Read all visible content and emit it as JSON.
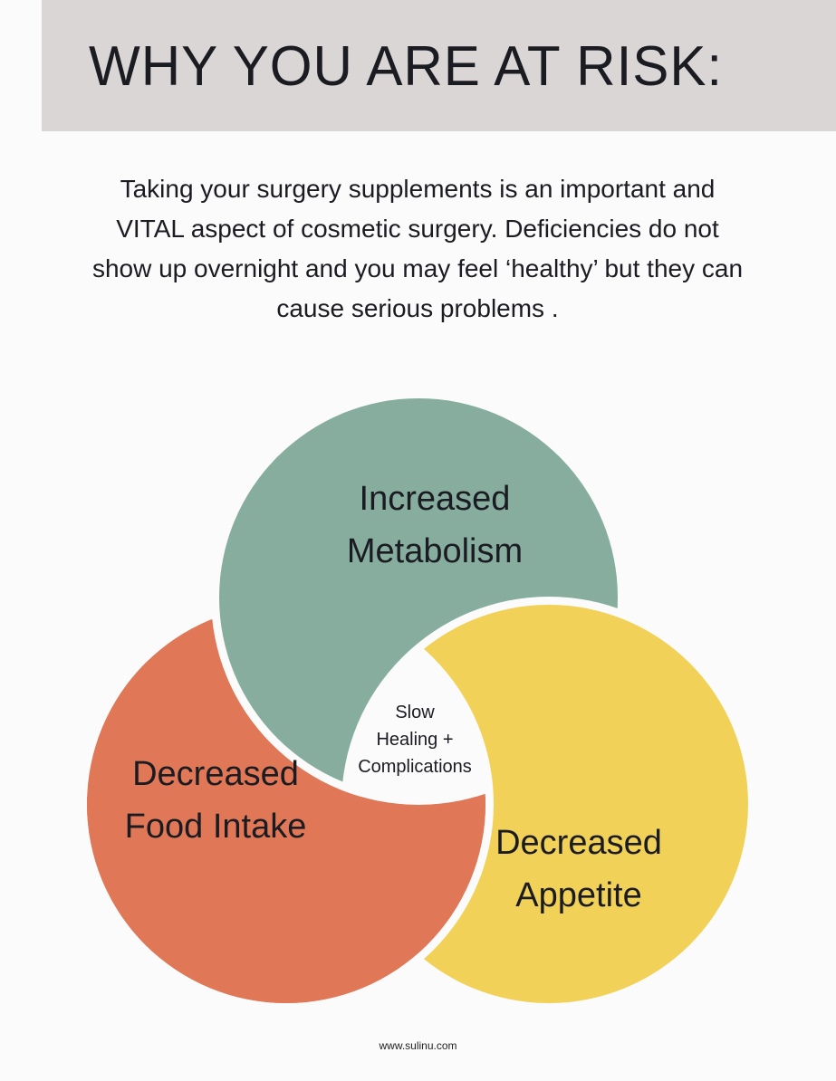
{
  "header": {
    "title": "WHY YOU ARE AT RISK:",
    "background_color": "#d9d6d5"
  },
  "intro": {
    "text": "Taking your surgery supplements is an important and VITAL aspect of cosmetic surgery. Deficiencies do not show up overnight and you may feel ‘healthy’ but they can cause serious problems ."
  },
  "diagram": {
    "type": "venn",
    "circles": [
      {
        "label_line1": "Increased",
        "label_line2": "Metabolism",
        "color": "#87ad9f"
      },
      {
        "label_line1": "Decreased",
        "label_line2": "Food Intake",
        "color": "#e07857"
      },
      {
        "label_line1": "Decreased",
        "label_line2": "Appetite",
        "color": "#f2d158"
      }
    ],
    "center": {
      "line1": "Slow",
      "line2": "Healing +",
      "line3": "Complications"
    }
  },
  "footer": {
    "url": "www.sulinu.com"
  }
}
